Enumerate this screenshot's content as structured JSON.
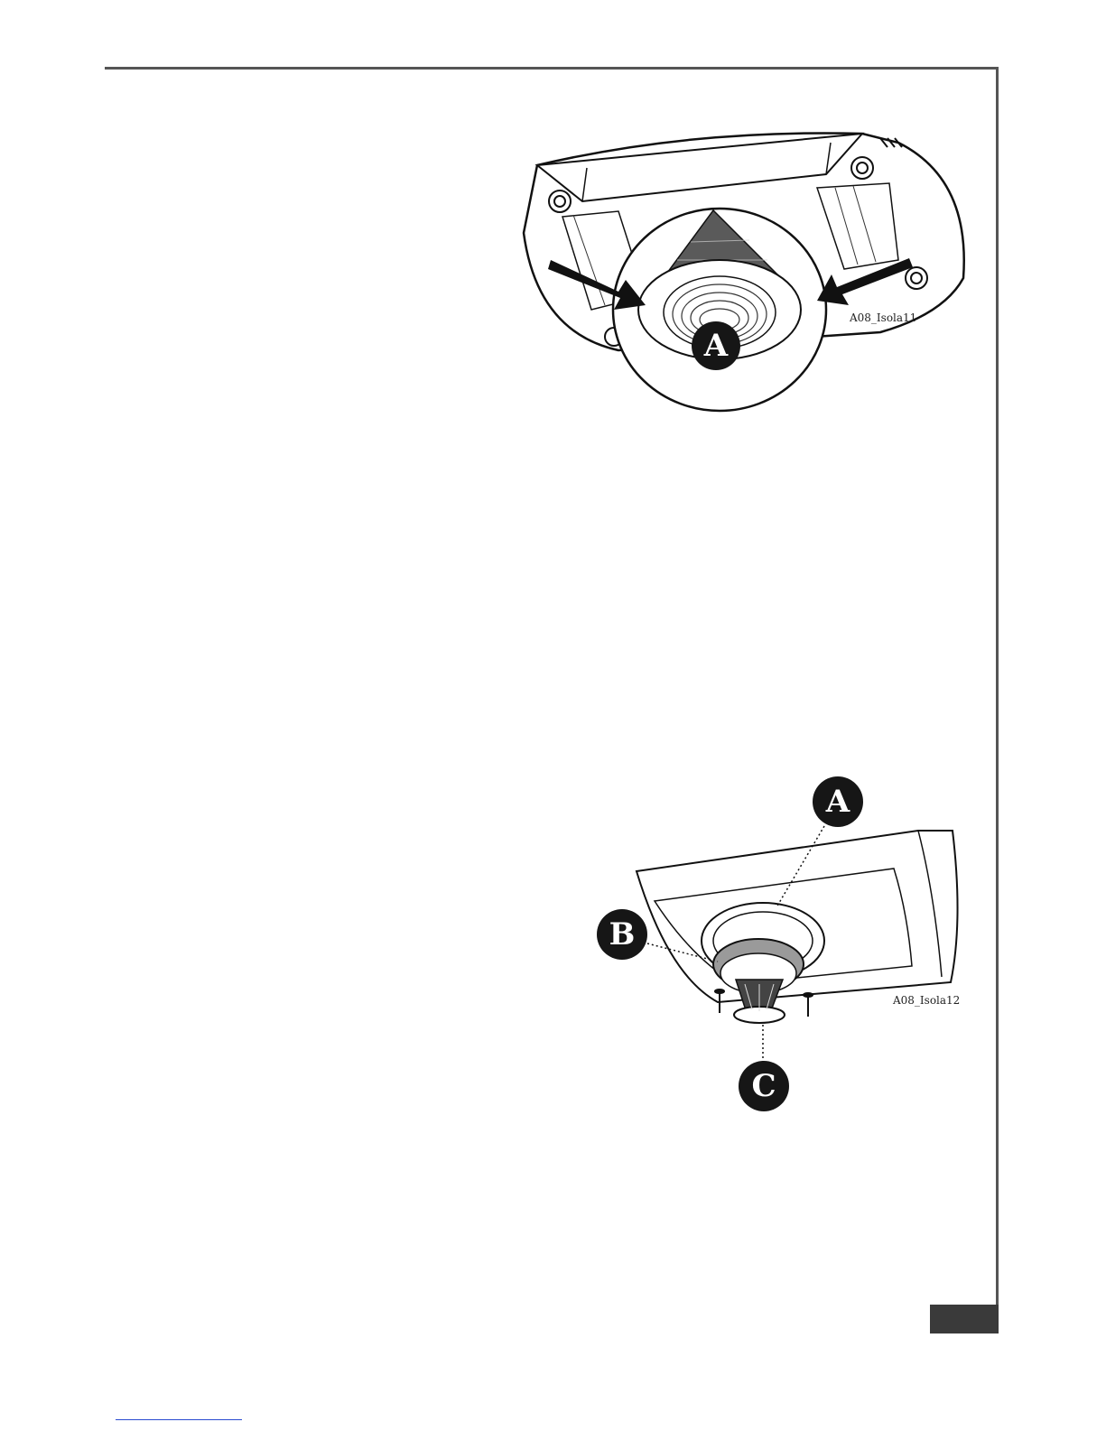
{
  "figure1": {
    "caption": "A08_Isola11",
    "callout_a": "A"
  },
  "figure2": {
    "caption": "A08_Isola12",
    "callout_a": "A",
    "callout_b": "B",
    "callout_c": "C"
  },
  "colors": {
    "frame": "#555555",
    "callout": "#161616",
    "page_tab": "#3a3a3a",
    "link": "#2a4bd0"
  }
}
